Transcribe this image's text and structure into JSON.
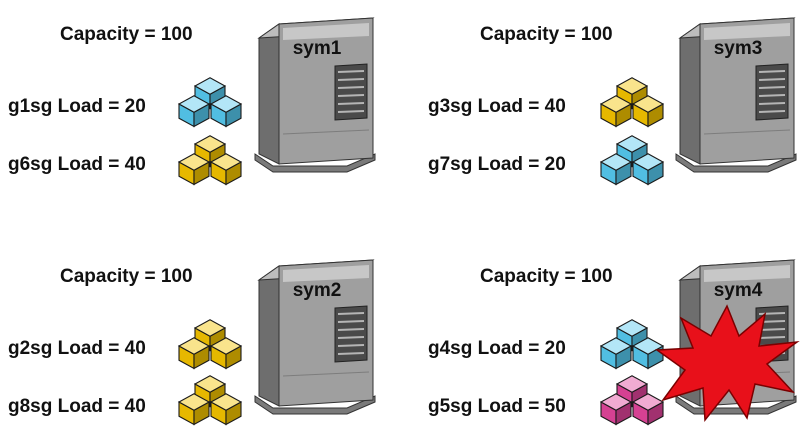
{
  "colors": {
    "blue": "#55c8ee",
    "yellow": "#f2c200",
    "pink": "#e0449a",
    "explosion": "#e8101a",
    "server": "#9a9a9a"
  },
  "servers": [
    {
      "name": "sym1",
      "capacity_text": "Capacity = 100",
      "failed": false,
      "groups": [
        {
          "label": "g1sg Load = 20",
          "color": "blue"
        },
        {
          "label": "g6sg Load = 40",
          "color": "yellow"
        }
      ]
    },
    {
      "name": "sym3",
      "capacity_text": "Capacity = 100",
      "failed": false,
      "groups": [
        {
          "label": "g3sg Load = 40",
          "color": "yellow"
        },
        {
          "label": "g7sg Load = 20",
          "color": "blue"
        }
      ]
    },
    {
      "name": "sym2",
      "capacity_text": "Capacity = 100",
      "failed": false,
      "groups": [
        {
          "label": "g2sg Load = 40",
          "color": "yellow"
        },
        {
          "label": "g8sg Load = 40",
          "color": "yellow"
        }
      ]
    },
    {
      "name": "sym4",
      "capacity_text": "Capacity = 100",
      "failed": true,
      "groups": [
        {
          "label": "g4sg Load = 20",
          "color": "blue"
        },
        {
          "label": "g5sg Load = 50",
          "color": "pink"
        }
      ]
    }
  ]
}
